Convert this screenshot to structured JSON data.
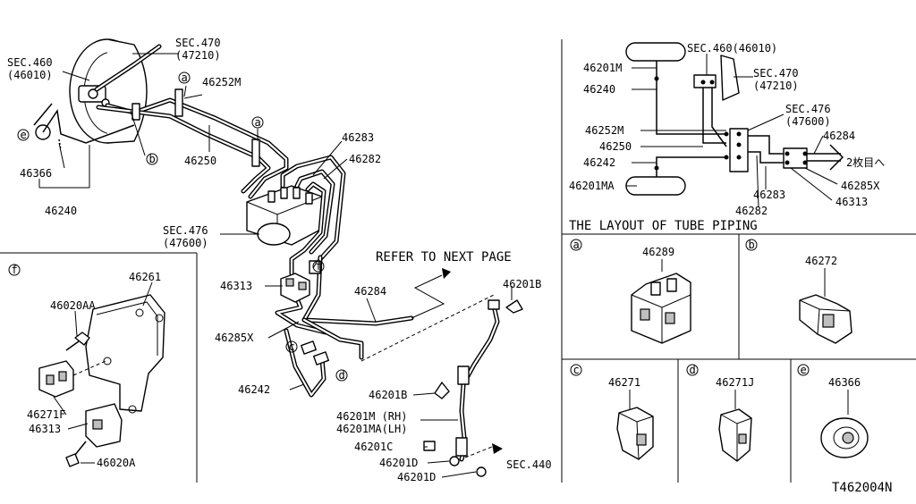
{
  "diagram_id": "T462004N",
  "layout_title": "THE LAYOUT OF TUBE PIPING",
  "refer_note": "REFER TO NEXT PAGE",
  "main": {
    "sec460": "SEC.460",
    "sec460_code": "(46010)",
    "sec470": "SEC.470",
    "sec470_code": "(47210)",
    "sec476": "SEC.476",
    "sec476_code": "(47600)",
    "sec440": "SEC.440",
    "p46252m": "46252M",
    "p46250": "46250",
    "p46366": "46366",
    "p46240": "46240",
    "p46283": "46283",
    "p46282": "46282",
    "p46313": "46313",
    "p46285x": "46285X",
    "p46284": "46284",
    "p46242": "46242",
    "p46201b_top": "46201B",
    "p46201b_mid": "46201B",
    "p46201m": "46201M (RH)",
    "p46201ma": "46201MA(LH)",
    "p46201c": "46201C",
    "p46201d_1": "46201D",
    "p46201d_2": "46201D"
  },
  "callouts": {
    "a": "a",
    "b": "b",
    "c": "c",
    "d": "d",
    "e": "e",
    "f": "f"
  },
  "inset_f": {
    "tag": "f",
    "p46261": "46261",
    "p46020aa": "46020AA",
    "p46271f": "46271F",
    "p46313": "46313",
    "p46020a": "46020A"
  },
  "layout": {
    "p46201m": "46201M",
    "p46240": "46240",
    "p46252m": "46252M",
    "p46250": "46250",
    "p46242": "46242",
    "p46201ma": "46201MA",
    "sec460": "SEC.460(46010)",
    "sec470": "SEC.470",
    "sec470_code": "(47210)",
    "sec476": "SEC.476",
    "sec476_code": "(47600)",
    "p46284": "46284",
    "to_page2": "2枚目へ",
    "p46285x": "46285X",
    "p46313": "46313",
    "p46283": "46283",
    "p46282": "46282"
  },
  "detail_cells": [
    {
      "tag": "a",
      "part": "46289"
    },
    {
      "tag": "b",
      "part": "46272"
    },
    {
      "tag": "c",
      "part": "46271"
    },
    {
      "tag": "d",
      "part": "46271J"
    },
    {
      "tag": "e",
      "part": "46366"
    }
  ]
}
